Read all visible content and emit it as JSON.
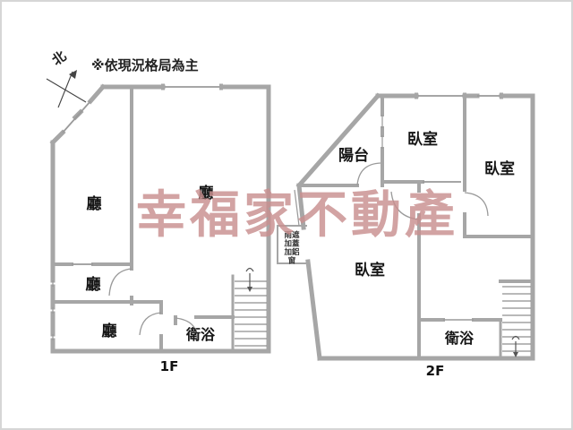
{
  "note": {
    "text": "※依現況格局為主"
  },
  "compass": {
    "label": "北"
  },
  "watermark": {
    "text": "幸福家不動產",
    "color": "#c98f8f"
  },
  "palette": {
    "wall": "#a6a6a6",
    "thin_line": "#9a9a9a",
    "step_line": "#8f8f8f"
  },
  "floor1": {
    "label": "1F",
    "rooms": {
      "living_left": "廳",
      "living_main": "廳",
      "living_middle": "廳",
      "living_lower": "廳",
      "bathroom": "衛浴"
    }
  },
  "floor2": {
    "label": "2F",
    "rooms": {
      "balcony": "陽台",
      "bedroom_top": "臥室",
      "bedroom_right": "臥室",
      "bedroom_main": "臥室",
      "bathroom": "衛浴"
    },
    "annex_note_lines": [
      "雨遮",
      "加蓋",
      "加鋁",
      "窗"
    ]
  }
}
